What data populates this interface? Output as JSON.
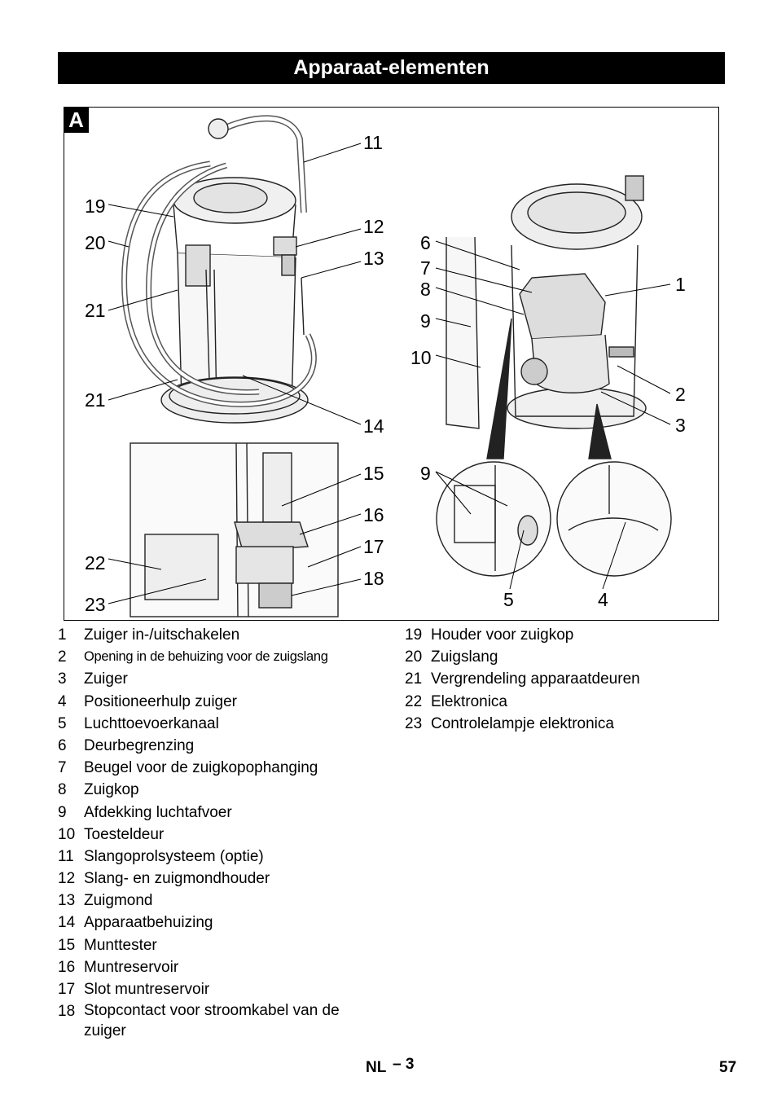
{
  "header": {
    "title": "Apparaat-elementen"
  },
  "figure": {
    "badge": "A",
    "callouts": [
      "1",
      "2",
      "3",
      "4",
      "5",
      "6",
      "7",
      "8",
      "9",
      "10",
      "11",
      "12",
      "13",
      "14",
      "15",
      "16",
      "17",
      "18",
      "19",
      "20",
      "21",
      "22",
      "23",
      "9",
      "21"
    ]
  },
  "legend": {
    "left": [
      {
        "num": "1",
        "label": "Zuiger in-/uitschakelen"
      },
      {
        "num": "2",
        "label": "Opening in de behuizing voor de zuigslang"
      },
      {
        "num": "3",
        "label": "Zuiger"
      },
      {
        "num": "4",
        "label": "Positioneerhulp zuiger"
      },
      {
        "num": "5",
        "label": "Luchttoevoerkanaal"
      },
      {
        "num": "6",
        "label": "Deurbegrenzing"
      },
      {
        "num": "7",
        "label": "Beugel voor de zuigkopophanging"
      },
      {
        "num": "8",
        "label": "Zuigkop"
      },
      {
        "num": "9",
        "label": "Afdekking luchtafvoer"
      },
      {
        "num": "10",
        "label": "Toesteldeur"
      },
      {
        "num": "11",
        "label": "Slangoprolsysteem (optie)"
      },
      {
        "num": "12",
        "label": "Slang- en zuigmondhouder"
      },
      {
        "num": "13",
        "label": "Zuigmond"
      },
      {
        "num": "14",
        "label": "Apparaatbehuizing"
      },
      {
        "num": "15",
        "label": "Munttester"
      },
      {
        "num": "16",
        "label": "Muntreservoir"
      },
      {
        "num": "17",
        "label": "Slot muntreservoir"
      },
      {
        "num": "18",
        "label": "Stopcontact voor stroomkabel van de zuiger"
      }
    ],
    "right": [
      {
        "num": "19",
        "label": "Houder voor zuigkop"
      },
      {
        "num": "20",
        "label": "Zuigslang"
      },
      {
        "num": "21",
        "label": "Vergrendeling apparaatdeuren"
      },
      {
        "num": "22",
        "label": "Elektronica"
      },
      {
        "num": "23",
        "label": "Controlelampje elektronica"
      }
    ]
  },
  "footer": {
    "lang": "NL",
    "dash": "– 3",
    "page": "57"
  }
}
